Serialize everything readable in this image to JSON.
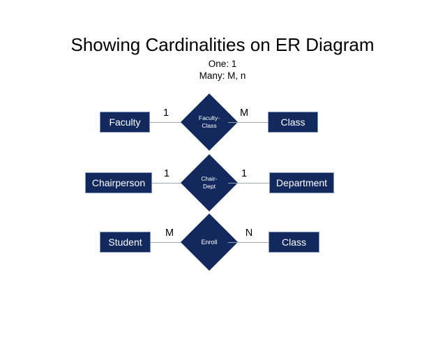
{
  "header": {
    "title": "Showing Cardinalities on ER Diagram",
    "legend": {
      "one": "One: 1",
      "many": "Many: M, n"
    }
  },
  "colors": {
    "entity_fill": "#13295e",
    "entity_border": "#7e97bf",
    "relationship_fill": "#13295e",
    "connector_line": "#9aa5b1",
    "entity_text": "#ffffff",
    "label_text": "#000000",
    "background": "#ffffff"
  },
  "diagram": {
    "type": "er-diagram",
    "relationships": [
      {
        "left_entity": "Faculty",
        "left_cardinality": "1",
        "relationship": "Faculty-Class",
        "relationship_line1": "Faculty-",
        "relationship_line2": "Class",
        "right_cardinality": "M",
        "right_entity": "Class"
      },
      {
        "left_entity": "Chairperson",
        "left_cardinality": "1",
        "relationship": "Chair-Dept",
        "relationship_line1": "Chair-",
        "relationship_line2": "Dept",
        "right_cardinality": "1",
        "right_entity": "Department"
      },
      {
        "left_entity": "Student",
        "left_cardinality": "M",
        "relationship": "Enroll",
        "relationship_line1": "Enroll",
        "relationship_line2": "",
        "right_cardinality": "N",
        "right_entity": "Class"
      }
    ]
  }
}
